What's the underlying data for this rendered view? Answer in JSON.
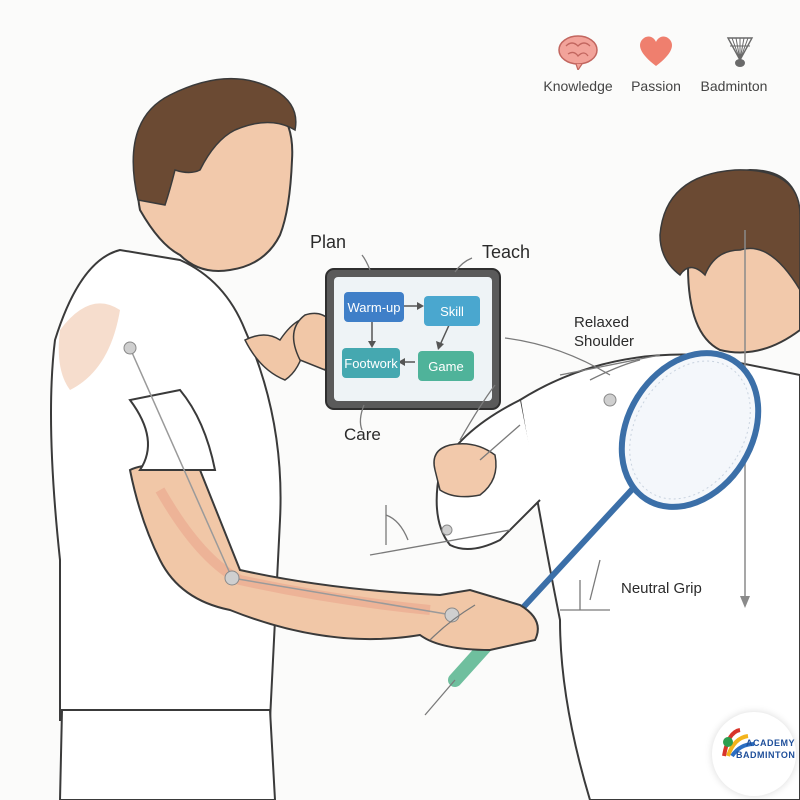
{
  "header": {
    "items": [
      {
        "label": "Knowledge",
        "icon": "brain-icon",
        "color": "#f2a39a"
      },
      {
        "label": "Passion",
        "icon": "heart-icon",
        "color": "#ef7f6e"
      },
      {
        "label": "Badminton",
        "icon": "shuttlecock-icon",
        "color": "#8a8a8a"
      }
    ]
  },
  "diagram": {
    "labels": {
      "plan": "Plan",
      "teach": "Teach",
      "care": "Care",
      "relaxed_shoulder": "Relaxed\nShoulder",
      "neutral_grip": "Neutral Grip"
    },
    "tablet": {
      "boxes": [
        {
          "label": "Warm-up",
          "color": "#3f7fc8"
        },
        {
          "label": "Skill",
          "color": "#4aa7cf"
        },
        {
          "label": "Footwork",
          "color": "#45a8b0"
        },
        {
          "label": "Game",
          "color": "#4fb39a"
        }
      ]
    }
  },
  "logo": {
    "line1": "ACADEMY",
    "line2": "BADMINTON"
  },
  "colors": {
    "skin": "#f1c7a7",
    "hair": "#6b4a33",
    "shirt": "#ffffff",
    "outline": "#3a3a3a",
    "muscle": "#e9a38b",
    "racket_frame": "#3b6fa8",
    "racket_grip": "#6fbf9e",
    "arrow": "#7a7a7a"
  }
}
